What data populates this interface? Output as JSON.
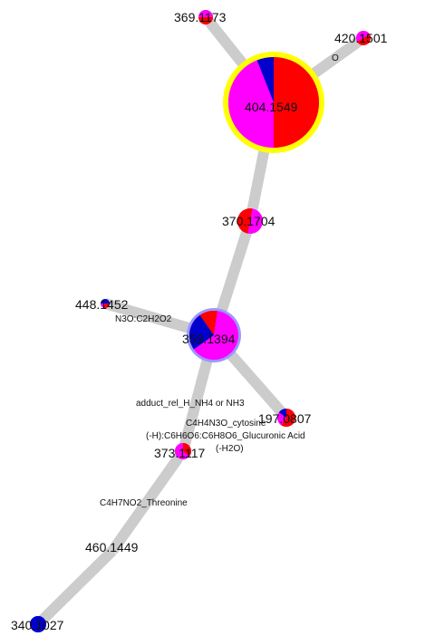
{
  "colors": {
    "red": "#ff0000",
    "magenta": "#ff00ff",
    "blue": "#0000cc",
    "highlight_ring": "#ffff00",
    "edge": "#cccccc"
  },
  "nodes": {
    "n369": {
      "label": "369.1173",
      "pie": [
        0.5,
        0.5
      ]
    },
    "n420": {
      "label": "420.1501",
      "pie": [
        0.5,
        0.5
      ]
    },
    "n404": {
      "label": "404.1549",
      "pie": [
        0.5,
        0.44,
        0.06
      ]
    },
    "n370": {
      "label": "370.1704",
      "pie": [
        0.5,
        0.5
      ]
    },
    "n448": {
      "label": "448.1452",
      "pie": [
        0.3,
        0.2,
        0.5
      ]
    },
    "n359": {
      "label": "359.1394",
      "pie": [
        0.12,
        0.63,
        0.25
      ]
    },
    "n197": {
      "label": "197.0807",
      "pie": [
        0.6,
        0.25,
        0.15
      ]
    },
    "n373": {
      "label": "373.1117",
      "pie": [
        0.35,
        0.65
      ]
    },
    "n460": {
      "label": "460.1449",
      "pie": []
    },
    "n340": {
      "label": "340.1027",
      "pie": [
        0,
        0,
        1
      ]
    }
  },
  "edges": {
    "e404_420": {
      "label": "O"
    },
    "e359_448": {
      "label": "N3O:C2H2O2"
    },
    "e359_373": {
      "label": "adduct_rel_H_NH4 or NH3"
    },
    "e359_197a": {
      "label": "C4H4N3O_cytosine"
    },
    "e359_197b": {
      "label": "(-H):C6H6O6:C6H8O6_Glucuronic Acid"
    },
    "e359_197c": {
      "label": "(-H2O)"
    },
    "e373_460": {
      "label": "C4H7NO2_Threonine"
    }
  }
}
